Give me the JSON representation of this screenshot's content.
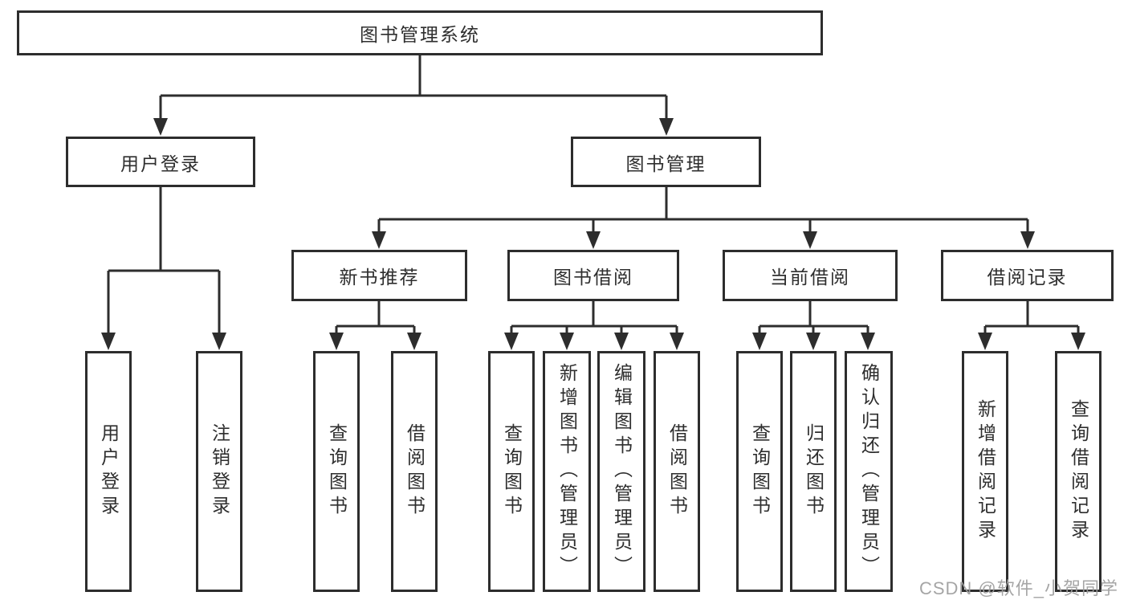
{
  "colors": {
    "background": "#ffffff",
    "line": "#2d2d2d",
    "box_border": "#2d2d2d",
    "box_fill": "#ffffff",
    "text": "#2e2e2e",
    "watermark": "#9e9e9e"
  },
  "watermark": "CSDN @软件_小贺同学",
  "tree": {
    "root": {
      "label": "图书管理系统"
    },
    "branches": [
      {
        "label": "用户登录",
        "children": [
          {
            "label": "用户登录"
          },
          {
            "label": "注销登录"
          }
        ]
      },
      {
        "label": "图书管理",
        "children": [
          {
            "label": "新书推荐",
            "children": [
              {
                "label": "查询图书"
              },
              {
                "label": "借阅图书"
              }
            ]
          },
          {
            "label": "图书借阅",
            "children": [
              {
                "label": "查询图书"
              },
              {
                "label": "新增图书（管理员）"
              },
              {
                "label": "编辑图书（管理员）"
              },
              {
                "label": "借阅图书"
              }
            ]
          },
          {
            "label": "当前借阅",
            "children": [
              {
                "label": "查询图书"
              },
              {
                "label": "归还图书"
              },
              {
                "label": "确认归还（管理员）"
              }
            ]
          },
          {
            "label": "借阅记录",
            "children": [
              {
                "label": "新增借阅记录"
              },
              {
                "label": "查询借阅记录"
              }
            ]
          }
        ]
      }
    ]
  }
}
